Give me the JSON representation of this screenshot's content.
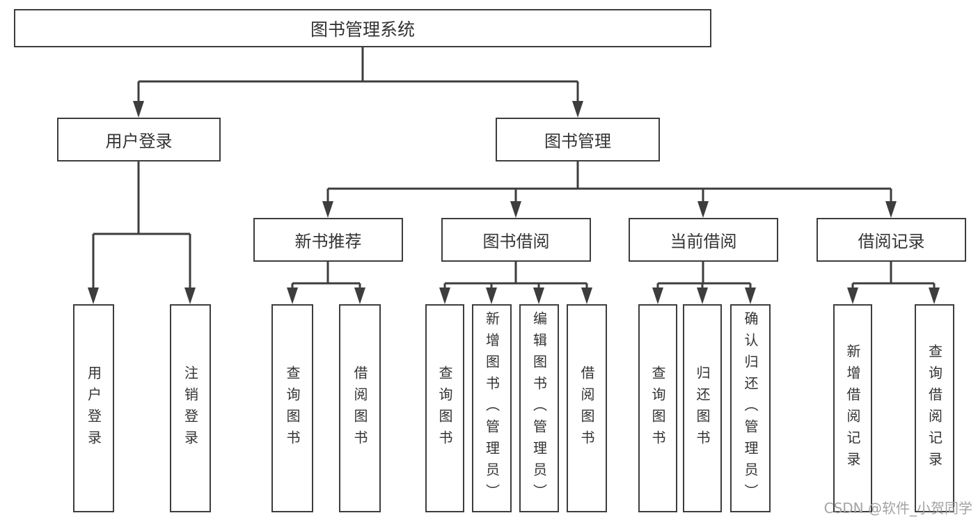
{
  "tree": {
    "label": "图书管理系统",
    "children": [
      {
        "label": "用户登录",
        "children": [
          {
            "label": "用户登录"
          },
          {
            "label": "注销登录"
          }
        ]
      },
      {
        "label": "图书管理",
        "children": [
          {
            "label": "新书推荐",
            "children": [
              {
                "label": "查询图书"
              },
              {
                "label": "借阅图书"
              }
            ]
          },
          {
            "label": "图书借阅",
            "children": [
              {
                "label": "查询图书"
              },
              {
                "label": "新增图书（管理员）"
              },
              {
                "label": "编辑图书（管理员）"
              },
              {
                "label": "借阅图书"
              }
            ]
          },
          {
            "label": "当前借阅",
            "children": [
              {
                "label": "查询图书"
              },
              {
                "label": "归还图书"
              },
              {
                "label": "确认归还（管理员）"
              }
            ]
          },
          {
            "label": "借阅记录",
            "children": [
              {
                "label": "新增借阅记录"
              },
              {
                "label": "查询借阅记录"
              }
            ]
          }
        ]
      }
    ]
  },
  "watermark": {
    "text": "CSDN @软件_小贺同学"
  },
  "colors": {
    "line": "#3d3d3d",
    "text": "#333333",
    "watermark": "#a3a3a3",
    "background": "#ffffff"
  }
}
